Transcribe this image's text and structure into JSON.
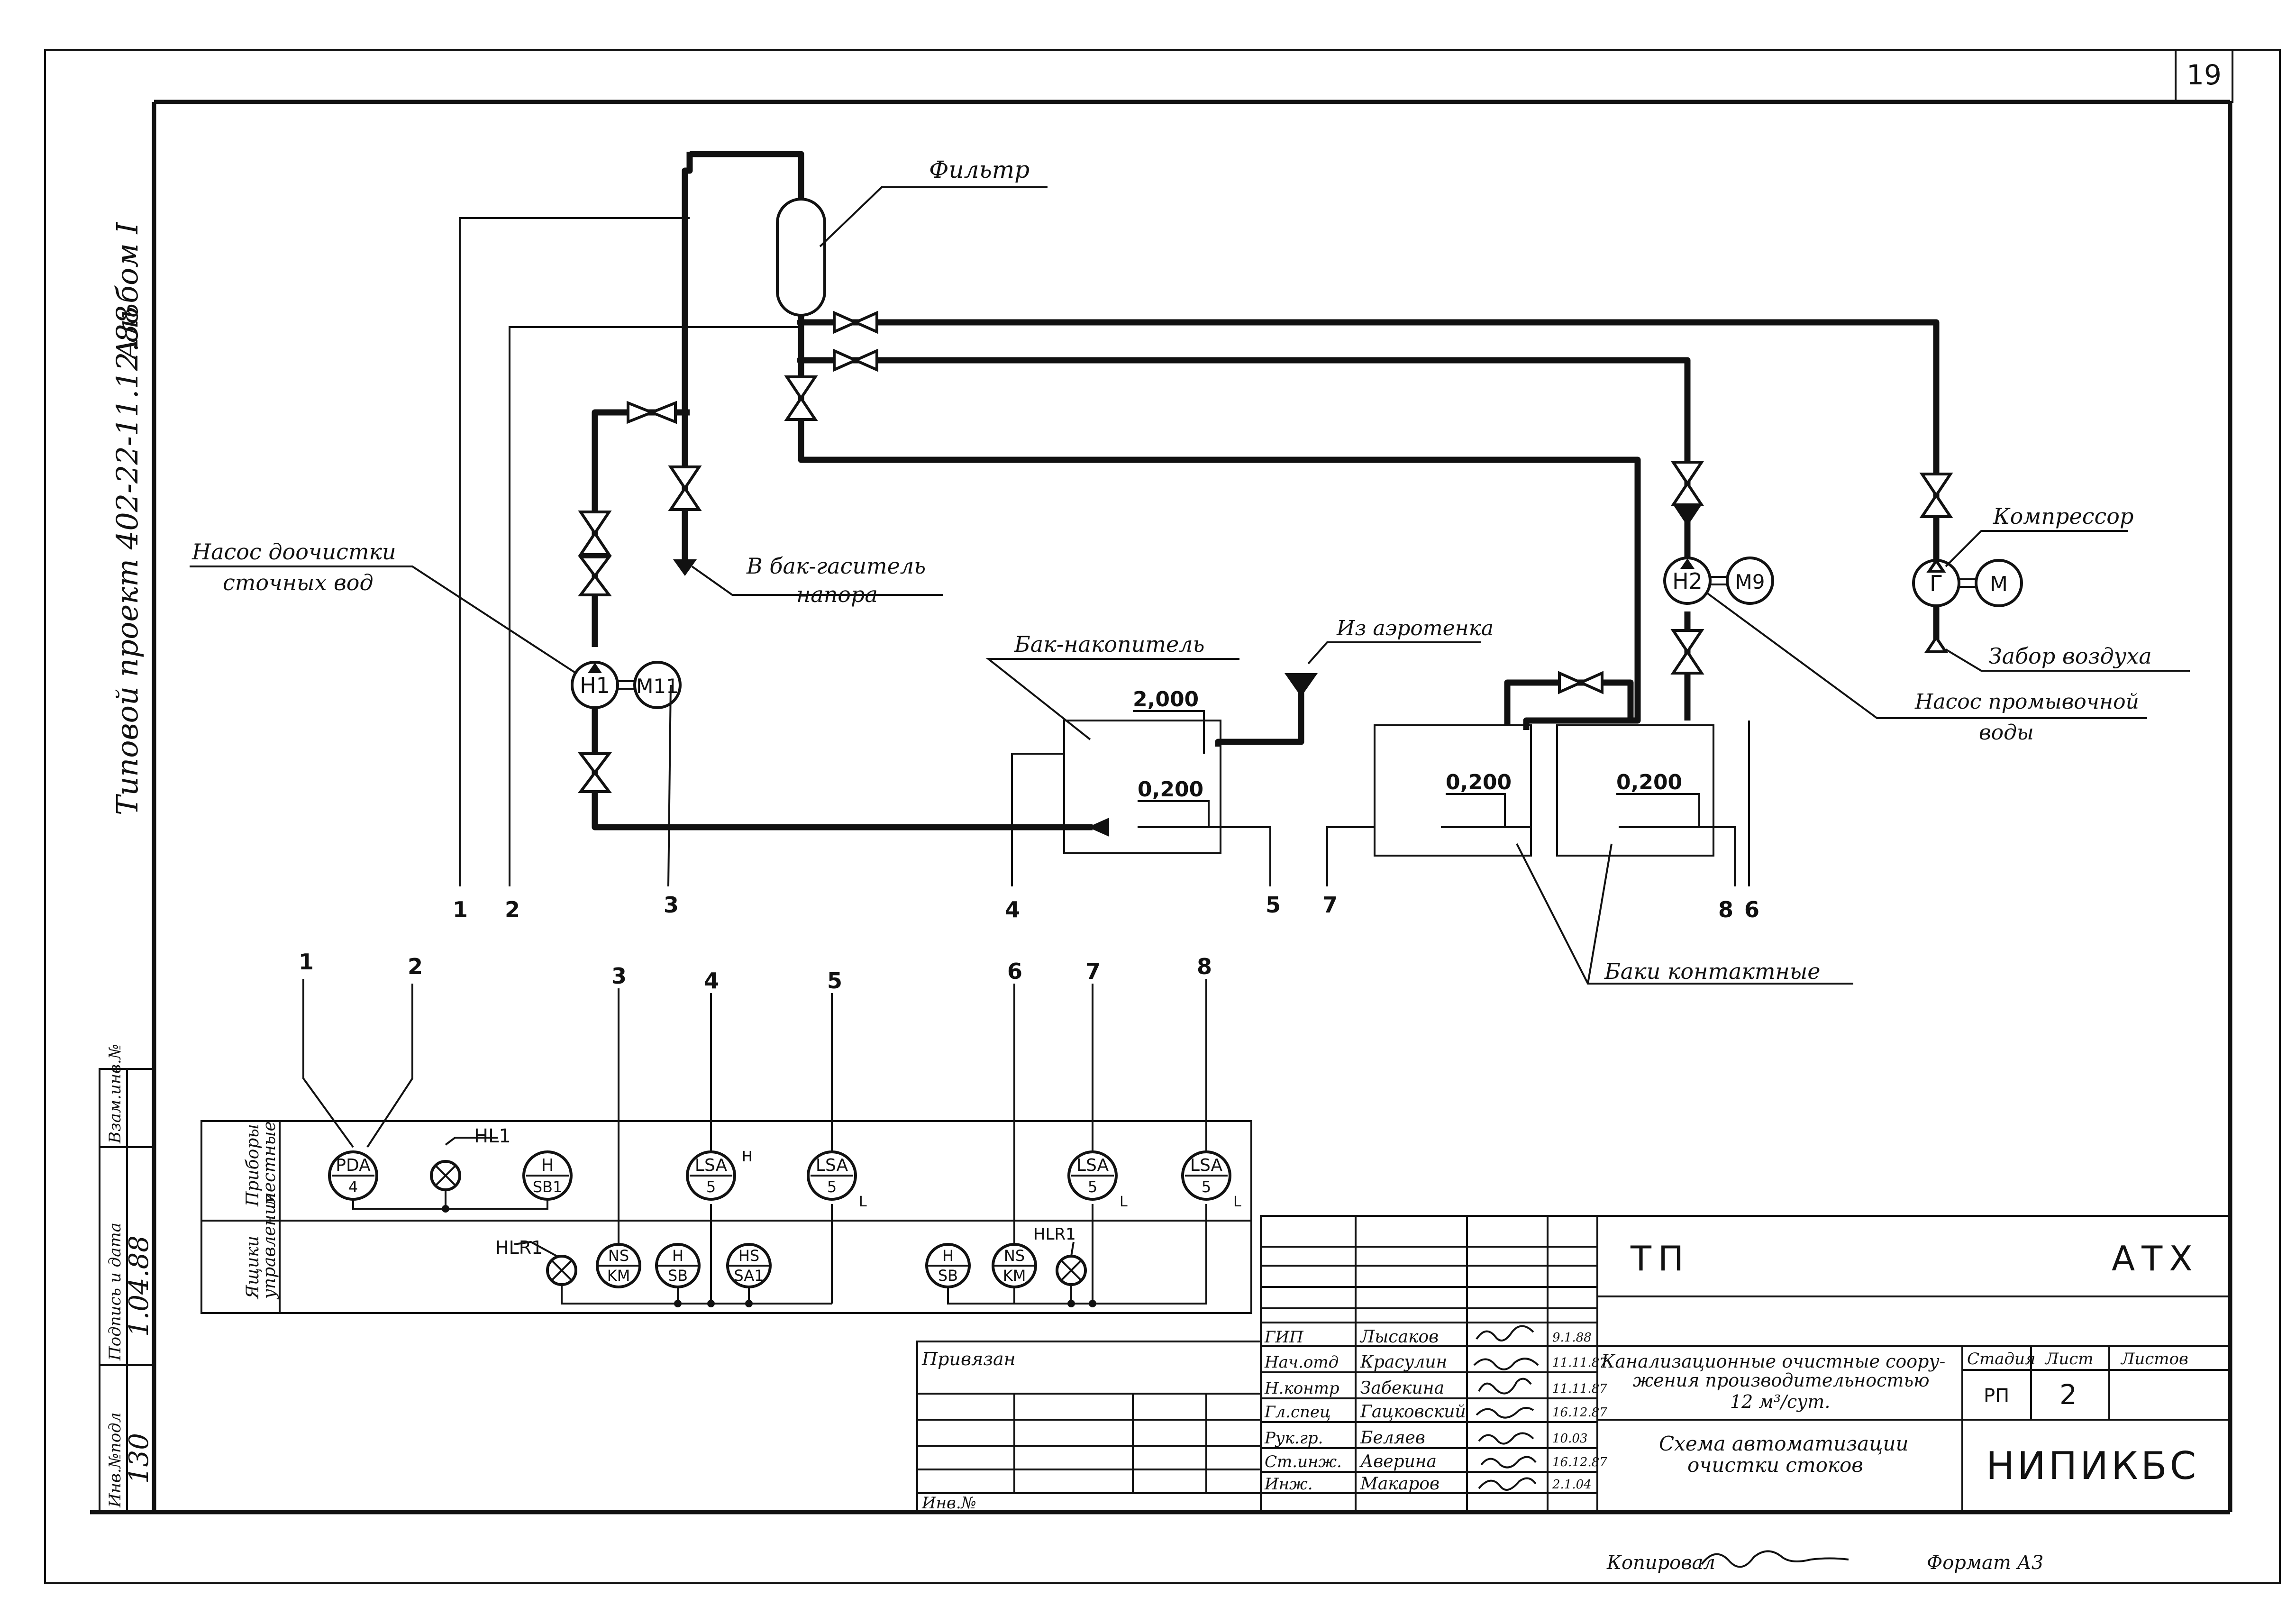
{
  "sheet_number": "19",
  "left_margin": {
    "project_title": "Типовой проект 402-22-11.12.88",
    "album": "Альбом I",
    "stamp_labels": [
      "Инв.№подл",
      "Подпись и дата",
      "Взам.инв.№"
    ],
    "stamp_values": [
      "130",
      "1.04.88"
    ]
  },
  "labels": {
    "filter": "Фильтр",
    "pump_post": [
      "Насос доочистки",
      "сточных вод"
    ],
    "damper_tank": [
      "В бак-гаситель",
      "напора"
    ],
    "storage_tank": "Бак-накопитель",
    "from_aerotank": "Из аэротенка",
    "compressor": "Компрессор",
    "air_intake": "Забор воздуха",
    "wash_pump": [
      "Насос промывочной",
      "воды"
    ],
    "contact_tanks": "Баки контактные"
  },
  "equipment": {
    "pump1": "Н1",
    "motor1": "М11",
    "pump2": "Н2",
    "motor2": "М9",
    "compressor": "Г",
    "compressor_motor": "М"
  },
  "levels": {
    "storage_high": "2,000",
    "storage_low": "0,200",
    "contact1": "0,200",
    "contact2": "0,200"
  },
  "line_numbers_top": [
    "1",
    "2",
    "3",
    "4",
    "5",
    "7",
    "8",
    "6"
  ],
  "line_numbers_bottom": [
    "1",
    "2",
    "3",
    "4",
    "5",
    "6",
    "7",
    "8"
  ],
  "panel": {
    "row_labels": [
      [
        "Приборы",
        "местные"
      ],
      [
        "Ящики",
        "управления"
      ]
    ],
    "local": [
      {
        "top": "PDA",
        "bottom": "4"
      },
      {
        "top": "HL1"
      },
      {
        "top": "H",
        "bottom": "SB1"
      },
      {
        "top": "LSA",
        "bottom": "5",
        "sub": "H"
      },
      {
        "top": "LSA",
        "bottom": "5",
        "sub": "L"
      },
      {
        "top": "LSA",
        "bottom": "5",
        "sub": "L"
      },
      {
        "top": "LSA",
        "bottom": "5",
        "sub": "L"
      }
    ],
    "boxes": [
      {
        "top": "HLR1"
      },
      {
        "top": "NS",
        "bottom": "KM"
      },
      {
        "top": "H",
        "bottom": "SB"
      },
      {
        "top": "HS",
        "bottom": "SA1"
      },
      {
        "top": "H",
        "bottom": "SB"
      },
      {
        "top": "NS",
        "bottom": "KM"
      },
      {
        "top": "HLR1"
      }
    ]
  },
  "title_block": {
    "code_left": "ТП",
    "code_right": "АТХ",
    "bound": "Привязан",
    "inv": "Инв.№",
    "roles": [
      "ГИП",
      "Нач.отд",
      "Н.контр",
      "Гл.спец",
      "Рук.гр.",
      "Ст.инж.",
      "Инж."
    ],
    "names": [
      "Лысаков",
      "Красулин",
      "Забекина",
      "Гацковский",
      "Беляев",
      "Аверина",
      "Макаров"
    ],
    "dates": [
      "9.1.88",
      "11.11.87",
      "11.11.87",
      "16.12.87",
      "10.03",
      "16.12.87",
      "2.1.04"
    ],
    "object": [
      "Канализационные очистные соору-",
      "жения производительностью",
      "12 м³/сут."
    ],
    "drawing": [
      "Схема автоматизации",
      "очистки стоков"
    ],
    "stage_label": "Стадия",
    "sheet_label": "Лист",
    "sheets_label": "Листов",
    "stage": "РП",
    "sheet": "2",
    "org": "НИПИКБС"
  },
  "footer": {
    "copied": "Копировал",
    "format": "Формат А3"
  }
}
